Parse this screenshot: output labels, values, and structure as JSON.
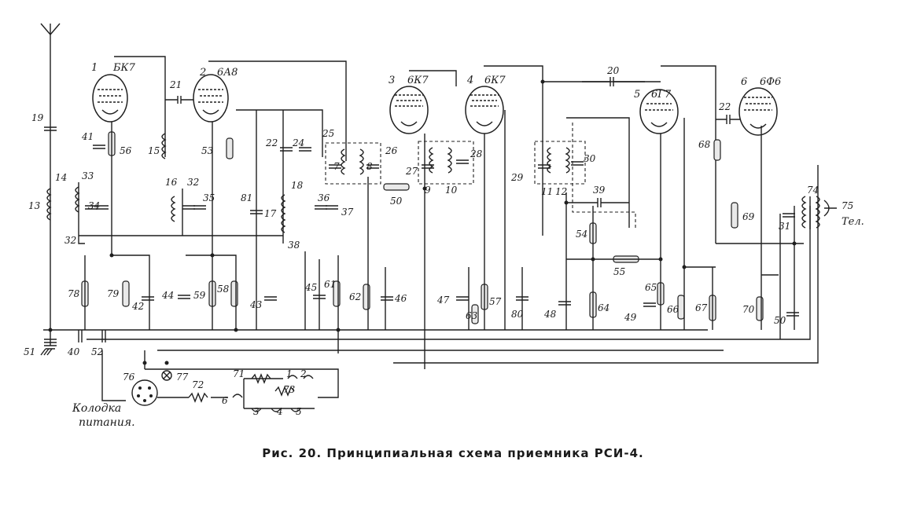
{
  "caption": "Рис. 20. Принципиальная схема приемника РСИ-4.",
  "tubes": [
    {
      "num": "1",
      "type": "БК7"
    },
    {
      "num": "2",
      "type": "6А8"
    },
    {
      "num": "3",
      "type": "6К7"
    },
    {
      "num": "4",
      "type": "6К7"
    },
    {
      "num": "5",
      "type": "6Г7"
    },
    {
      "num": "6",
      "type": "6Ф6"
    }
  ],
  "connector_label": [
    "Колодка",
    "питания."
  ],
  "phones_label": "Тел.",
  "component_labels": [
    "19",
    "13",
    "14",
    "33",
    "34",
    "32",
    "41",
    "56",
    "15",
    "21",
    "53",
    "16",
    "32",
    "35",
    "81",
    "22",
    "24",
    "17",
    "18",
    "36",
    "37",
    "38",
    "25",
    "7",
    "8",
    "26",
    "27",
    "28",
    "10",
    "50",
    "9",
    "29",
    "30",
    "11",
    "12",
    "39",
    "54",
    "55",
    "20",
    "22",
    "68",
    "69",
    "31",
    "74",
    "75",
    "78",
    "79",
    "42",
    "44",
    "59",
    "58",
    "43",
    "45",
    "61",
    "62",
    "46",
    "47",
    "63",
    "57",
    "80",
    "48",
    "64",
    "65",
    "49",
    "66",
    "67",
    "70",
    "50",
    "51",
    "40",
    "52",
    "76",
    "77",
    "72",
    "6",
    "71",
    "1",
    "2",
    "73",
    "3",
    "4",
    "5"
  ]
}
